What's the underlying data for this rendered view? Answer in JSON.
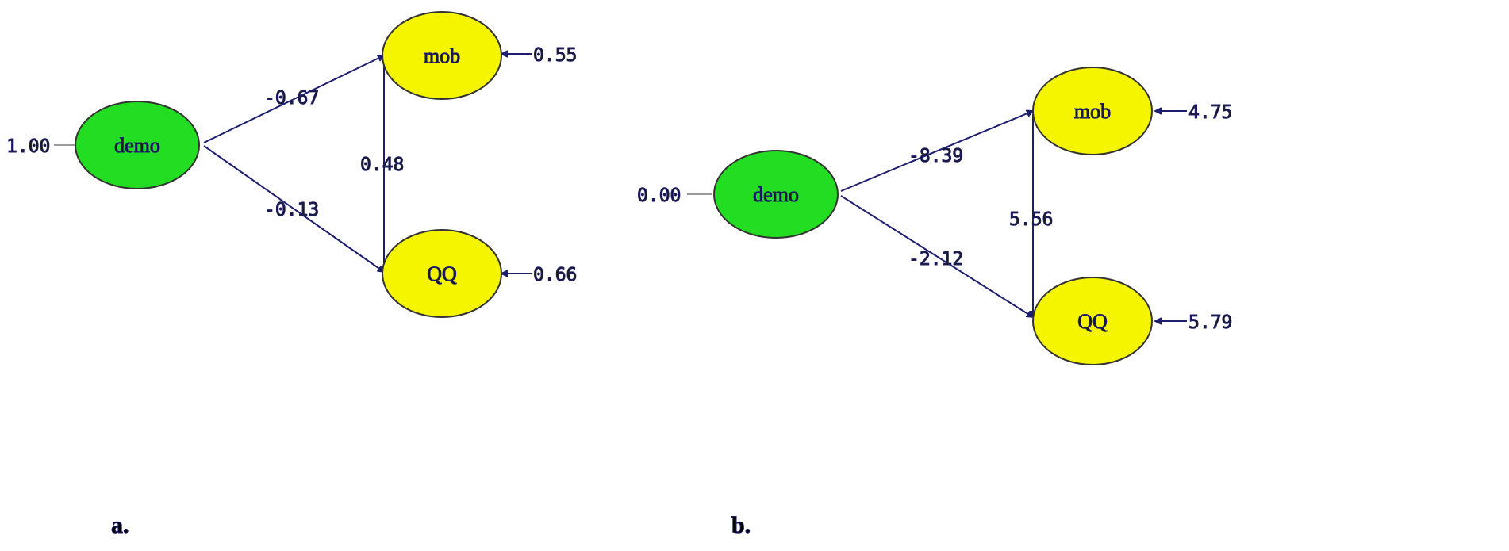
{
  "colors": {
    "exogenous_fill": "#22dd22",
    "endogenous_fill": "#f5f500",
    "node_stroke": "#333333",
    "path": "#1e1e6e",
    "variance_line": "#9a9a9a"
  },
  "panels": [
    {
      "caption": "a.",
      "nodes": {
        "demo": "demo",
        "mob": "mob",
        "qq": "QQ"
      },
      "values": {
        "demo_variance": "1.00",
        "demo_to_mob": "-0.67",
        "demo_to_qq": "-0.13",
        "mob_to_qq": "0.48",
        "mob_error": "0.55",
        "qq_error": "0.66"
      }
    },
    {
      "caption": "b.",
      "nodes": {
        "demo": "demo",
        "mob": "mob",
        "qq": "QQ"
      },
      "values": {
        "demo_variance": "0.00",
        "demo_to_mob": "-8.39",
        "demo_to_qq": "-2.12",
        "mob_to_qq": "5.56",
        "mob_error": "4.75",
        "qq_error": "5.79"
      }
    }
  ]
}
